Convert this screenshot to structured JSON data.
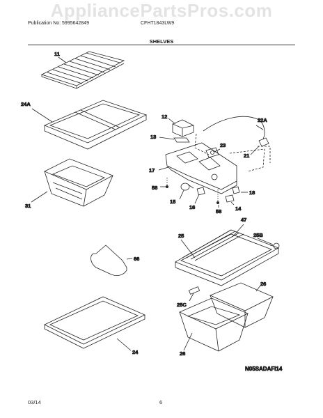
{
  "site": {
    "watermark": "AppliancePartsPros.com"
  },
  "header": {
    "publication": "Publication No: 5995642849",
    "model": "CFHT1843LW9",
    "title": "SHELVES"
  },
  "footer": {
    "date": "03/14",
    "page": "6"
  },
  "diagram_code": "N05SADAFI14",
  "part_labels": [
    {
      "id": "11",
      "text": "11"
    },
    {
      "id": "24a",
      "text": "24A"
    },
    {
      "id": "31",
      "text": "31"
    },
    {
      "id": "12",
      "text": "12"
    },
    {
      "id": "13",
      "text": "13"
    },
    {
      "id": "22a",
      "text": "22A"
    },
    {
      "id": "23",
      "text": "23"
    },
    {
      "id": "21",
      "text": "21"
    },
    {
      "id": "17",
      "text": "17"
    },
    {
      "id": "58a",
      "text": "58"
    },
    {
      "id": "15",
      "text": "15"
    },
    {
      "id": "16",
      "text": "16"
    },
    {
      "id": "58b",
      "text": "58"
    },
    {
      "id": "18",
      "text": "18"
    },
    {
      "id": "14",
      "text": "14"
    },
    {
      "id": "47",
      "text": "47"
    },
    {
      "id": "25",
      "text": "25"
    },
    {
      "id": "25b",
      "text": "25B"
    },
    {
      "id": "66",
      "text": "66"
    },
    {
      "id": "26a",
      "text": "26"
    },
    {
      "id": "25c",
      "text": "25C"
    },
    {
      "id": "24",
      "text": "24"
    },
    {
      "id": "26b",
      "text": "26"
    }
  ]
}
